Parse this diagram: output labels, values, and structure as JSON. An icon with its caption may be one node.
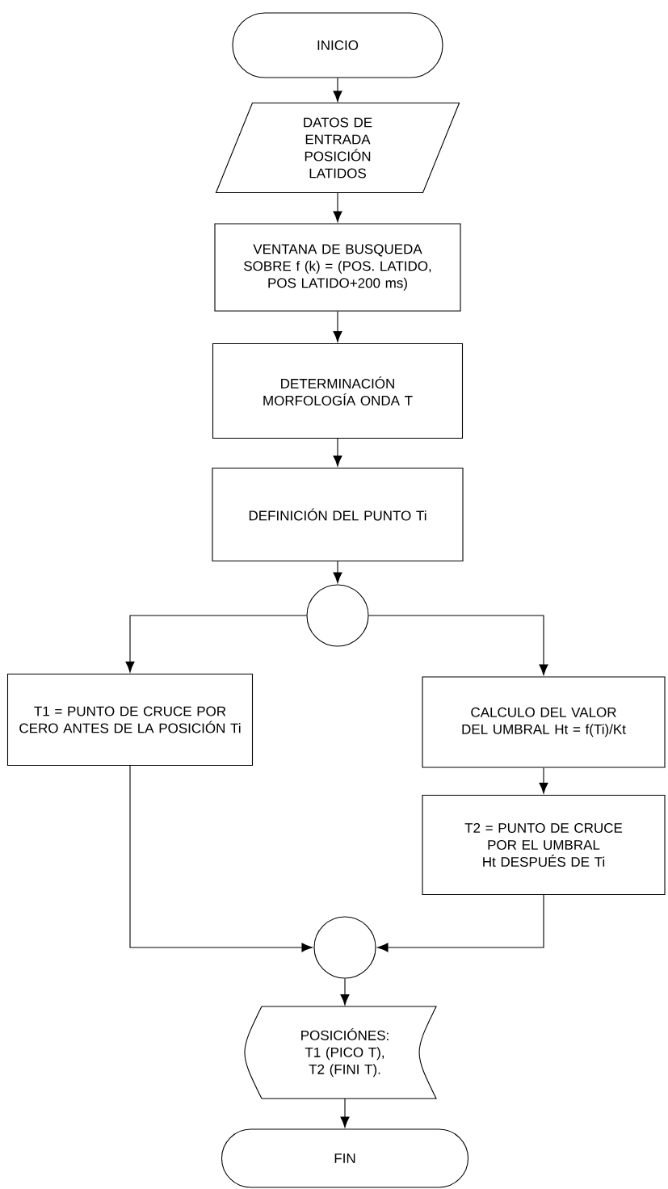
{
  "diagram": {
    "nodes": [
      {
        "text": [
          "INICIO"
        ]
      },
      {
        "text": [
          "DATOS DE ENTRADA POSICIÓN LATIDOS"
        ]
      },
      {
        "text": [
          "VENTANA DE BUSQUEDA SOBRE f (k) = (POS. LATIDO, POS LATIDO+200 ms)"
        ]
      },
      {
        "text": [
          "DETERMINACIÓN MORFOLOGÍA ONDA T"
        ]
      },
      {
        "text": [
          "DEFINICIÓN DEL PUNTO Ti"
        ]
      },
      {
        "text": [],
        "shape": "circle"
      },
      {
        "text": [
          "T1 = PUNTO DE CRUCE POR CERO ANTES DE LA POSICIÓN Ti"
        ]
      },
      {
        "text": [
          "CALCULO DEL VALOR DEL UMBRAL Ht = f(Ti)/Kt"
        ]
      },
      {
        "text": [
          "T2 = PUNTO DE CRUCE POR EL UMBRAL Ht DESPUÉS DE Ti"
        ]
      },
      {
        "text": [],
        "shape": "circle"
      },
      {
        "text": [
          "POSICIÓNES: T1 (PICO T), T2 (FINI T)."
        ]
      },
      {
        "text": [
          "FIN"
        ]
      }
    ],
    "edges": [
      {
        "from": 0,
        "to": 1,
        "arrow": "to"
      },
      {
        "from": 1,
        "to": 2,
        "arrow": "to"
      },
      {
        "from": 2,
        "to": 3,
        "arrow": "to"
      },
      {
        "from": 3,
        "to": 4,
        "arrow": "to"
      },
      {
        "from": 4,
        "to": 5,
        "arrow": "to"
      },
      {
        "from": 5,
        "to": 6,
        "arrow": "to"
      },
      {
        "from": 5,
        "to": 7,
        "arrow": "to"
      },
      {
        "from": 7,
        "to": 8,
        "arrow": "to"
      },
      {
        "from": 6,
        "to": 9,
        "arrow": "to"
      },
      {
        "from": 8,
        "to": 9,
        "arrow": "to"
      },
      {
        "from": 9,
        "to": 10,
        "arrow": "to"
      },
      {
        "from": 10,
        "to": 11,
        "arrow": "to"
      }
    ]
  }
}
